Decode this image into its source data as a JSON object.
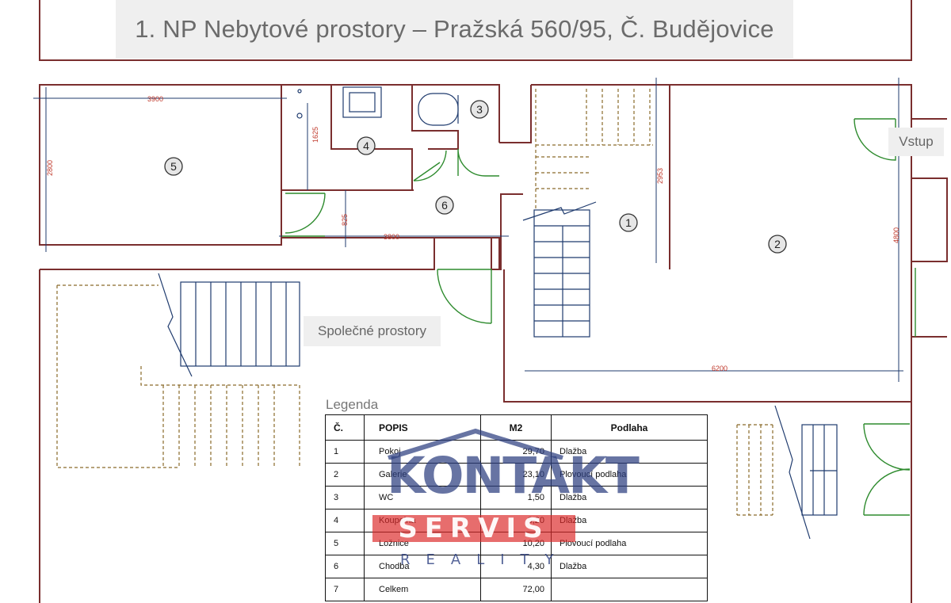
{
  "title": "1. NP Nebytové prostory – Pražská 560/95, Č. Budějovice",
  "labels": {
    "entrance": "Vstup",
    "common": "Společné prostory",
    "legend": "Legenda"
  },
  "rooms": [
    "1",
    "2",
    "3",
    "4",
    "5",
    "6"
  ],
  "dimensions": {
    "d3900": "3900",
    "d2800": "2800",
    "d1625": "1625",
    "d825": "825",
    "d3800": "3800",
    "d2953": "2953",
    "d4800": "4800",
    "d6200": "6200"
  },
  "legend_table": {
    "headers": [
      "Č.",
      "POPIS",
      "M2",
      "Podlaha"
    ],
    "rows": [
      [
        "1",
        "Pokoj",
        "29,70",
        "Dlažba"
      ],
      [
        "2",
        "Galerie",
        "23,10",
        "Plovoucí podlaha"
      ],
      [
        "3",
        "WC",
        "1,50",
        "Dlažba"
      ],
      [
        "4",
        "Koupelna",
        "3,20",
        "Dlažba"
      ],
      [
        "5",
        "Ložnice",
        "10,20",
        "Plovoucí podlaha"
      ],
      [
        "6",
        "Chodba",
        "4,30",
        "Dlažba"
      ],
      [
        "7",
        "Celkem",
        "72,00",
        ""
      ]
    ]
  },
  "logo": {
    "line1": "KONTAKT",
    "line2": "SERVIS",
    "line3": "REALITY"
  },
  "colors": {
    "wall": "#7a2e2e",
    "dimension": "#1f3b6e",
    "dimension_text": "#c0392b",
    "door": "#2e8b2e",
    "stair_dashed": "#8a6a2a",
    "logo_blue": "#2c3e80",
    "logo_red": "#dc2828"
  }
}
